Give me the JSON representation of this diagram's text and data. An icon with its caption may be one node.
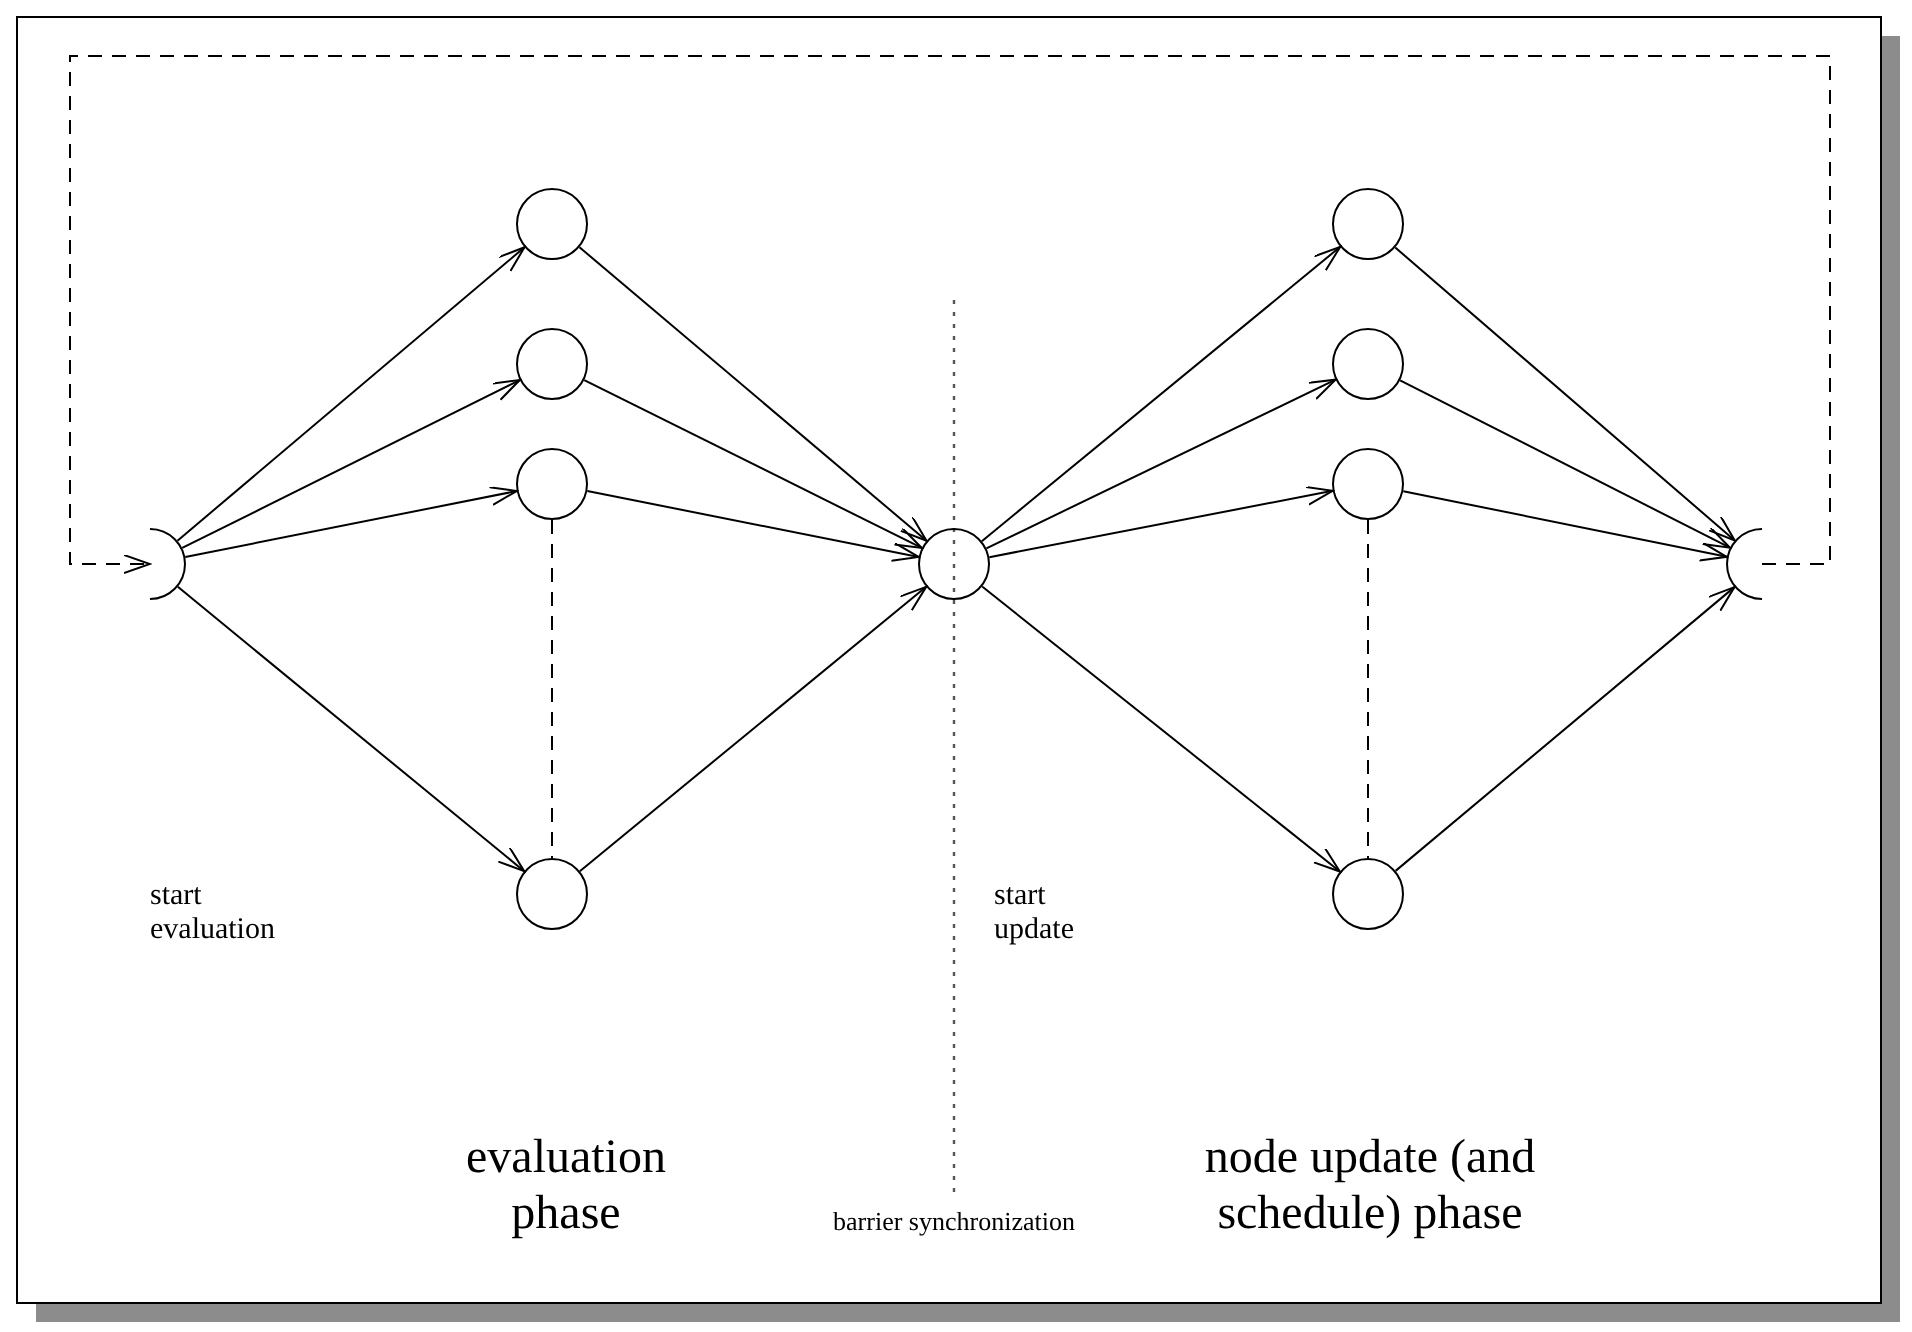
{
  "diagram": {
    "nodes": [
      {
        "text": [],
        "shape": "semicircle"
      },
      {
        "text": [],
        "shape": "circle"
      },
      {
        "text": [],
        "shape": "circle"
      },
      {
        "text": [],
        "shape": "circle"
      },
      {
        "text": [],
        "shape": "circle"
      },
      {
        "text": [],
        "shape": "circle"
      },
      {
        "text": [],
        "shape": "circle"
      },
      {
        "text": [],
        "shape": "circle"
      },
      {
        "text": [],
        "shape": "circle"
      },
      {
        "text": [],
        "shape": "circle"
      },
      {
        "text": [],
        "shape": "semicircle"
      }
    ],
    "edges": [
      {
        "from": 0,
        "to": 1,
        "arrow": "to"
      },
      {
        "from": 0,
        "to": 2,
        "arrow": "to"
      },
      {
        "from": 0,
        "to": 3,
        "arrow": "to"
      },
      {
        "from": 0,
        "to": 4,
        "arrow": "to"
      },
      {
        "from": 1,
        "to": 5,
        "arrow": "to"
      },
      {
        "from": 2,
        "to": 5,
        "arrow": "to"
      },
      {
        "from": 3,
        "to": 5,
        "arrow": "to"
      },
      {
        "from": 4,
        "to": 5,
        "arrow": "to"
      },
      {
        "from": 5,
        "to": 6,
        "arrow": "to"
      },
      {
        "from": 5,
        "to": 7,
        "arrow": "to"
      },
      {
        "from": 5,
        "to": 8,
        "arrow": "to"
      },
      {
        "from": 5,
        "to": 9,
        "arrow": "to"
      },
      {
        "from": 6,
        "to": 10,
        "arrow": "to"
      },
      {
        "from": 7,
        "to": 10,
        "arrow": "to"
      },
      {
        "from": 8,
        "to": 10,
        "arrow": "to"
      },
      {
        "from": 9,
        "to": 10,
        "arrow": "to"
      },
      {
        "from": 3,
        "to": 4,
        "arrow": "none",
        "style": "dashed"
      },
      {
        "from": 8,
        "to": 9,
        "arrow": "none",
        "style": "dashed"
      },
      {
        "from": 10,
        "to": 0,
        "arrow": "to",
        "style": "dashed"
      }
    ],
    "labels": [
      "start evaluation",
      "start update",
      "evaluation phase",
      "node update (and schedule) phase",
      "barrier synchronization"
    ]
  }
}
